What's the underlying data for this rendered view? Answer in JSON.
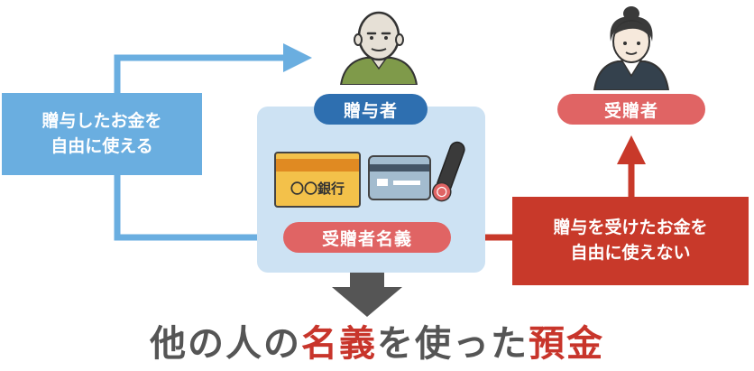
{
  "giver": {
    "label": "贈与者",
    "color": "#2e6fb0"
  },
  "receiver": {
    "label": "受贈者",
    "color": "#e06464"
  },
  "blue_box": {
    "line1": "贈与したお金を",
    "line2": "自由に使える",
    "color": "#6aaee0"
  },
  "red_box": {
    "line1": "贈与を受けたお金を",
    "line2": "自由に使えない",
    "color": "#c8392a"
  },
  "account_label": "受贈者名義",
  "passbook_text": "〇〇銀行",
  "title": {
    "part1": "他の人の",
    "part2": "名義",
    "part3": "を使った",
    "part4": "預金"
  },
  "colors": {
    "panel": "#cde2f3",
    "arrow_blue": "#6aaee0",
    "arrow_red": "#c8392a",
    "down_arrow": "#555555",
    "title_text": "#555555",
    "highlight": "#c8352b"
  }
}
